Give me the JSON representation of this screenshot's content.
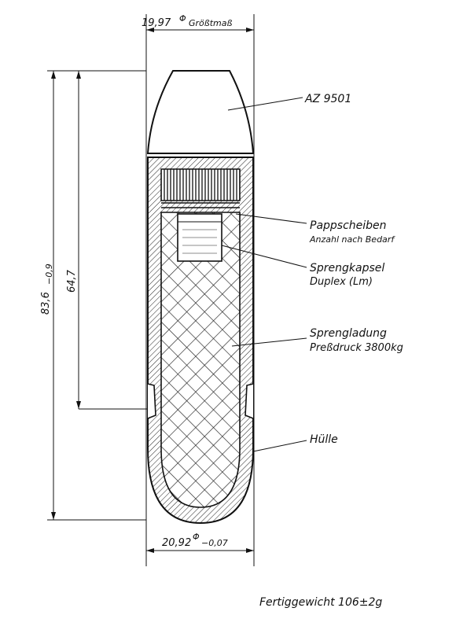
{
  "dimensions": {
    "top_diameter": "19,97",
    "top_diameter_symbol": "Φ",
    "top_diameter_note": "Größtmaß",
    "bottom_diameter": "20,92",
    "bottom_diameter_symbol": "Φ",
    "bottom_diameter_tolerance": "−0,07",
    "overall_length": "83,6",
    "overall_length_tolerance": "−0,9",
    "inner_length": "64,7"
  },
  "labels": {
    "nose": "AZ 9501",
    "discs": "Pappscheiben",
    "discs_note": "Anzahl nach Bedarf",
    "detonator": "Sprengkapsel",
    "detonator_note": "Duplex (Lm)",
    "charge": "Sprengladung",
    "charge_note": "Preßdruck 3800kg",
    "case": "Hülle"
  },
  "footer": {
    "weight": "Fertiggewicht 106±2g"
  }
}
